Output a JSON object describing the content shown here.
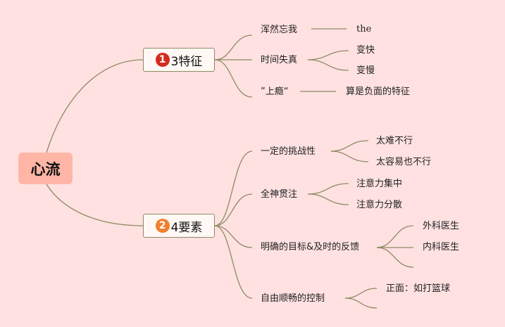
{
  "root": {
    "label": "心流"
  },
  "branches": [
    {
      "badge": "1",
      "label": "3特征",
      "children": [
        {
          "label": "浑然忘我",
          "children": [
            "the"
          ]
        },
        {
          "label": "时间失真",
          "children": [
            "变快",
            "变慢"
          ]
        },
        {
          "label": "”上瘾“",
          "children": [
            "算是负面的特征"
          ]
        }
      ]
    },
    {
      "badge": "2",
      "label": "4要素",
      "children": [
        {
          "label": "一定的挑战性",
          "children": [
            "太难不行",
            "太容易也不行"
          ]
        },
        {
          "label": "全神贯注",
          "children": [
            "注意力集中",
            "注意力分散"
          ]
        },
        {
          "label": "明确的目标&及时的反馈",
          "children": [
            "外科医生",
            "内科医生",
            ""
          ]
        },
        {
          "label": "自由顺畅的控制",
          "children": [
            "正面：如打篮球",
            ""
          ]
        }
      ]
    }
  ],
  "colors": {
    "background": "#FFE1E1",
    "root": "#FFB6A6",
    "line": "#8D8A63",
    "badge1": "#D42B1E",
    "badge2": "#F07F2E"
  }
}
